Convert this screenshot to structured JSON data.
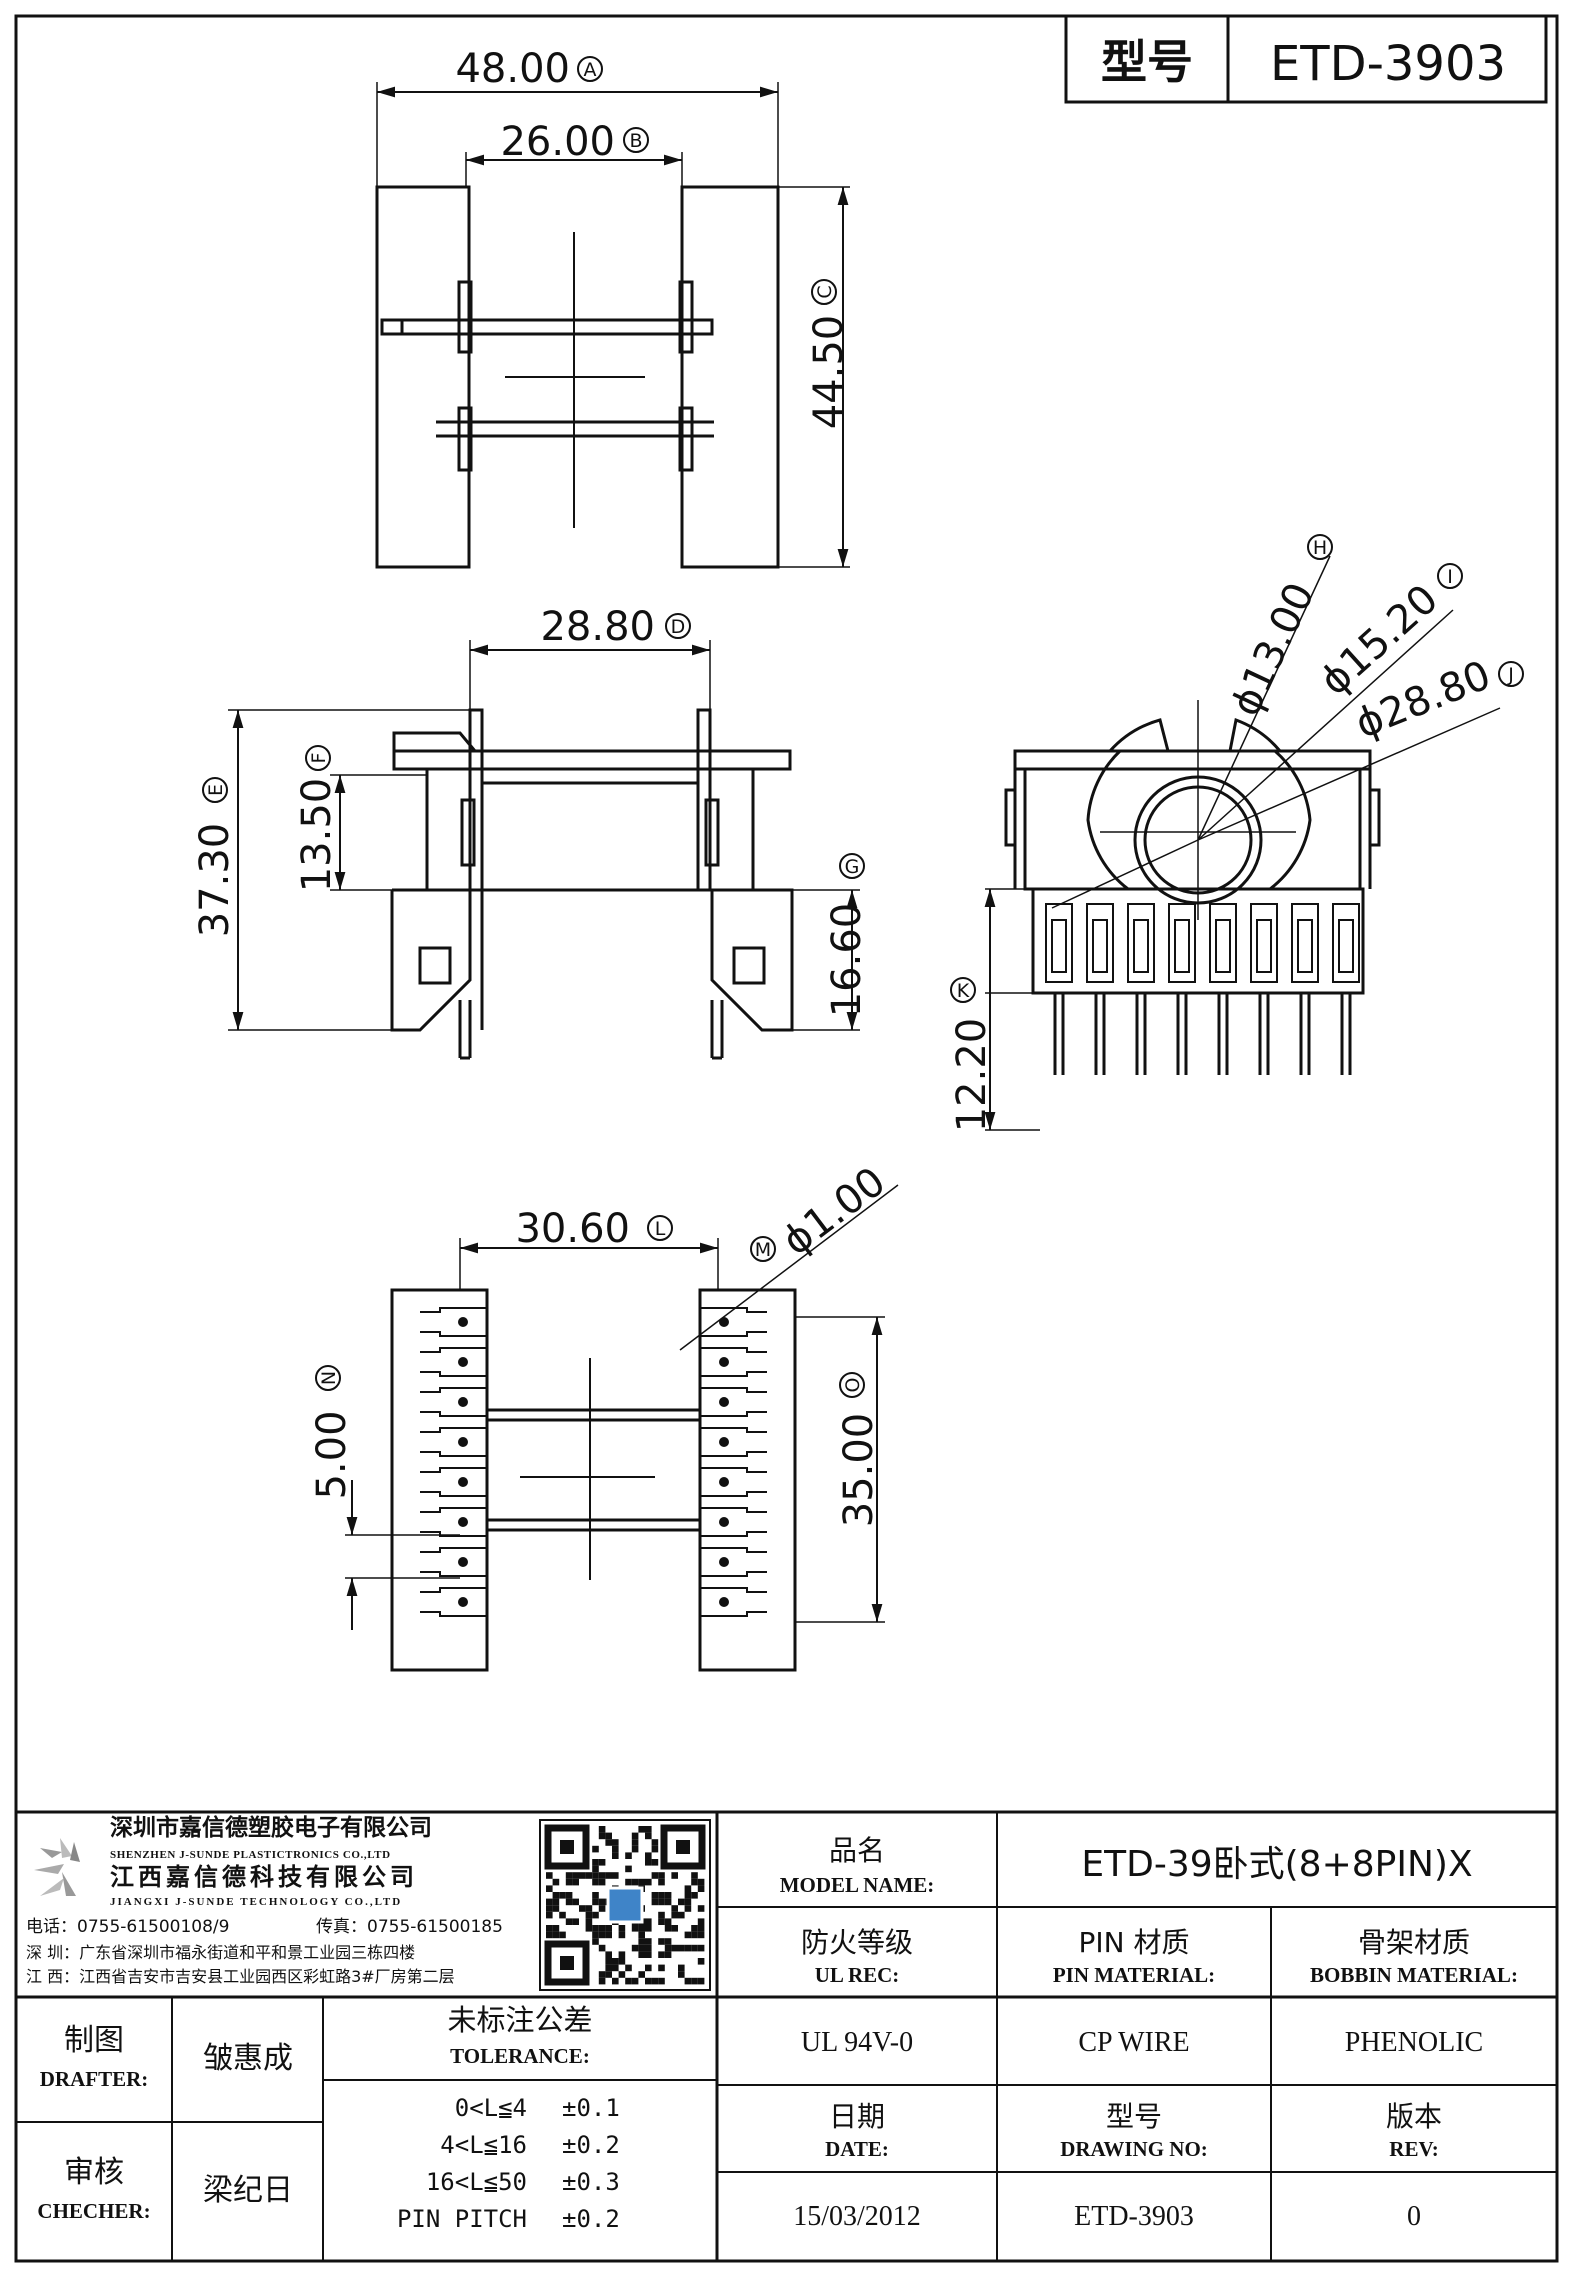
{
  "header": {
    "model_label": "型号",
    "model_value": "ETD-3903"
  },
  "dimensions": {
    "A": {
      "value": "48.00",
      "label": "A"
    },
    "B": {
      "value": "26.00",
      "label": "B"
    },
    "C": {
      "value": "44.50",
      "label": "C"
    },
    "D": {
      "value": "28.80",
      "label": "D"
    },
    "E": {
      "value": "37.30",
      "label": "E"
    },
    "F": {
      "value": "13.50",
      "label": "F"
    },
    "G": {
      "value": "16.60",
      "label": "G"
    },
    "H": {
      "value": "ϕ13.00",
      "label": "H"
    },
    "I": {
      "value": "ϕ15.20",
      "label": "I"
    },
    "J": {
      "value": "ϕ28.80",
      "label": "J"
    },
    "K": {
      "value": "12.20",
      "label": "K"
    },
    "L": {
      "value": "30.60",
      "label": "L"
    },
    "M": {
      "value": "ϕ1.00",
      "label": "M"
    },
    "N": {
      "value": "5.00",
      "label": "N"
    },
    "O": {
      "value": "35.00",
      "label": "O"
    }
  },
  "company": {
    "name_cn_1": "深圳市嘉信德塑胶电子有限公司",
    "name_en_1": "SHENZHEN J-SUNDE PLASTICTRONICS CO.,LTD",
    "name_cn_2": "江西嘉信德科技有限公司",
    "name_en_2": "JIANGXI J-SUNDE TECHNOLOGY CO.,LTD",
    "phone": "电话：0755-61500108/9",
    "fax": "传真：0755-61500185",
    "addr_sz": "深 圳：广东省深圳市福永街道和平和景工业园三栋四楼",
    "addr_jx": "江 西：江西省吉安市吉安县工业园西区彩虹路3#厂房第二层"
  },
  "title_block": {
    "model_name_cn": "品名",
    "model_name_en": "MODEL NAME:",
    "model_name_value": "ETD-39卧式(8+8PIN)X",
    "ul_cn": "防火等级",
    "ul_en": "UL REC:",
    "pin_material_cn": "PIN 材质",
    "pin_material_en": "PIN MATERIAL:",
    "bobbin_material_cn": "骨架材质",
    "bobbin_material_en": "BOBBIN MATERIAL:",
    "ul_value": "UL 94V-0",
    "pin_material_value": "CP WIRE",
    "bobbin_material_value": "PHENOLIC",
    "date_cn": "日期",
    "date_en": "DATE:",
    "drawing_no_cn": "型号",
    "drawing_no_en": "DRAWING NO:",
    "rev_cn": "版本",
    "rev_en": "REV:",
    "date_value": "15/03/2012",
    "drawing_no_value": "ETD-3903",
    "rev_value": "0",
    "drafter_cn": "制图",
    "drafter_en": "DRAFTER:",
    "drafter_name": "皱惠成",
    "checker_cn": "审核",
    "checker_en": "CHECHER:",
    "checker_name": "梁纪日",
    "tolerance_cn": "未标注公差",
    "tolerance_en": "TOLERANCE:",
    "tolerances": [
      {
        "range": "0<L≦4",
        "value": "±0.1"
      },
      {
        "range": "4<L≦16",
        "value": "±0.2"
      },
      {
        "range": "16<L≦50",
        "value": "±0.3"
      },
      {
        "range": "PIN PITCH",
        "value": "±0.2"
      }
    ]
  }
}
